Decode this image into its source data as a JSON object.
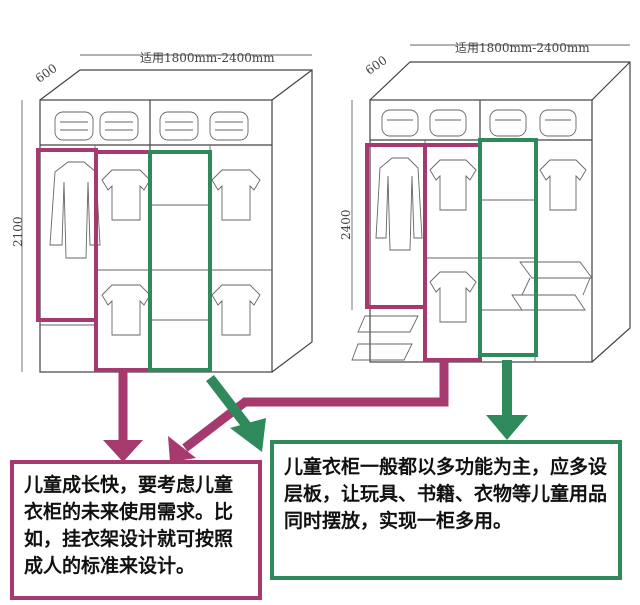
{
  "wardrobe_left": {
    "width_label": "适用1800mm-2400mm",
    "depth_label": "600",
    "height_label": "2100"
  },
  "wardrobe_right": {
    "width_label": "适用1800mm-2400mm",
    "depth_label": "600",
    "height_label": "2400"
  },
  "note_left": "儿童成长快，要考虑儿童衣柜的未来使用需求。比如，挂衣架设计就可按照成人的标准来设计。",
  "note_right": "儿童衣柜一般都以多功能为主，应多设层板，让玩具、书籍、衣物等儿童用品同时摆放，实现一柜多用。",
  "colors": {
    "magenta": "#a63a6e",
    "green": "#2e8a5a"
  }
}
